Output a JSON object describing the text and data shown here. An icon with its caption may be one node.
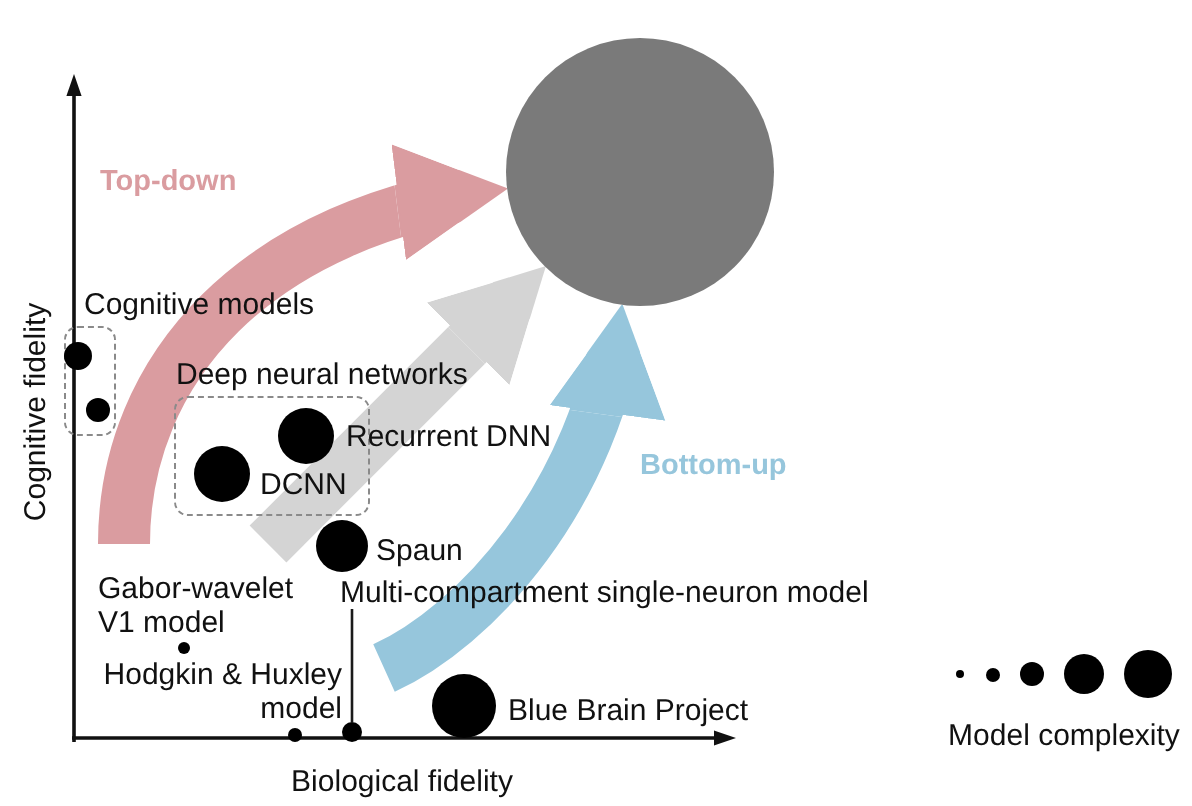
{
  "diagram": {
    "nodes": [
      {
        "text": [],
        "shape": "circle"
      },
      {
        "text": [
          "Cognitive models"
        ]
      },
      {
        "text": [],
        "shape": "circle",
        "in": 1
      },
      {
        "text": [],
        "shape": "circle",
        "in": 1
      },
      {
        "text": [
          "Deep neural networks"
        ]
      },
      {
        "text": [],
        "shape": "circle",
        "in": 4,
        "beside": [
          "Recurrent DNN"
        ]
      },
      {
        "text": [],
        "shape": "circle",
        "in": 4,
        "beside": [
          "DCNN"
        ]
      },
      {
        "text": [],
        "shape": "circle",
        "beside": [
          "Spaun"
        ]
      },
      {
        "text": [],
        "shape": "circle",
        "beside": [
          "Gabor-wavelet V1 model"
        ]
      },
      {
        "text": [
          "Multi-compartment single-neuron model"
        ]
      },
      {
        "text": [],
        "shape": "circle",
        "beside": [
          "Hodgkin & Huxley model"
        ]
      },
      {
        "text": [],
        "shape": "circle",
        "beside": [
          "Blue Brain Project"
        ]
      },
      {
        "text": [],
        "shape": "circle"
      }
    ],
    "edges": [
      {
        "from": null,
        "to": 0,
        "arrow": "to",
        "label": "Top-down",
        "color": "#da9ca0"
      },
      {
        "from": null,
        "to": 0,
        "arrow": "to",
        "color": "#d4d4d4"
      },
      {
        "from": null,
        "to": 0,
        "arrow": "to",
        "label": "Bottom-up",
        "color": "#96c6dc"
      },
      {
        "from": 9,
        "to": 12,
        "arrow": "none",
        "color": "#1a1a1a"
      }
    ],
    "labels": [
      "Cognitive fidelity",
      "Biological fidelity"
    ],
    "legend": [
      {
        "text": "Model complexity"
      }
    ]
  }
}
